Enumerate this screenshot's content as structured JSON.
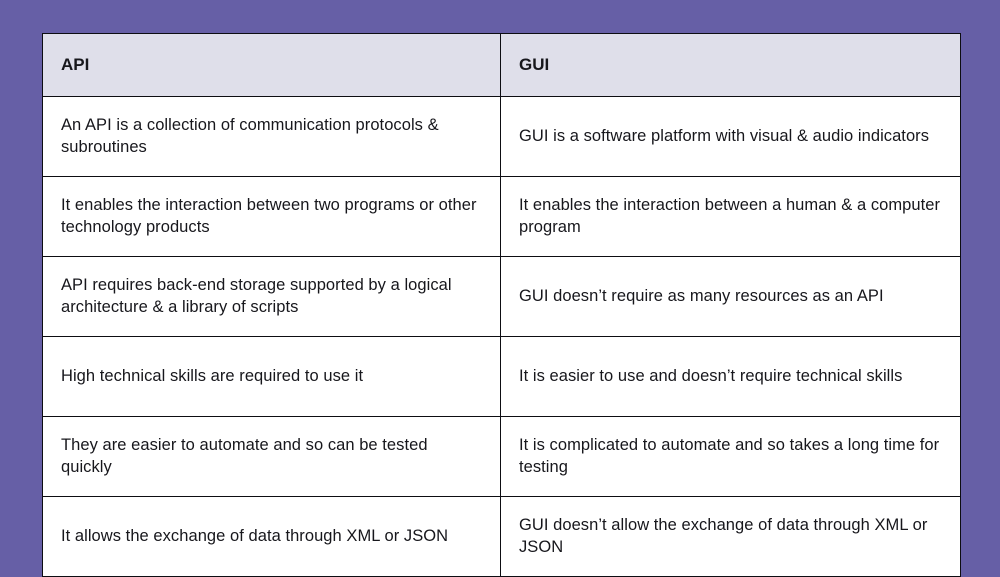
{
  "background_color": "#665FA6",
  "table": {
    "header_background": "#DFDFEA",
    "cell_background": "#FFFFFF",
    "border_color": "#0D0D12",
    "columns": [
      {
        "key": "api",
        "label": "API"
      },
      {
        "key": "gui",
        "label": "GUI"
      }
    ],
    "rows": [
      {
        "api": "An API is a collection of communication protocols & subroutines",
        "gui": "GUI is a software platform with visual & audio indicators"
      },
      {
        "api": "It enables the interaction between two programs or other technology products",
        "gui": "It enables the interaction between a human & a computer program"
      },
      {
        "api": "API requires back-end storage supported by a logical architecture & a library of scripts",
        "gui": "GUI doesn’t require as many resources as an API"
      },
      {
        "api": "High technical skills are required to use it",
        "gui": "It is easier to use and doesn’t require technical skills"
      },
      {
        "api": "They are easier to automate and so can be tested quickly",
        "gui": "It is complicated to automate and so takes a long time for testing"
      },
      {
        "api": "It allows the exchange of data through XML or JSON",
        "gui": "GUI doesn’t allow the exchange of data through XML or JSON"
      }
    ]
  }
}
